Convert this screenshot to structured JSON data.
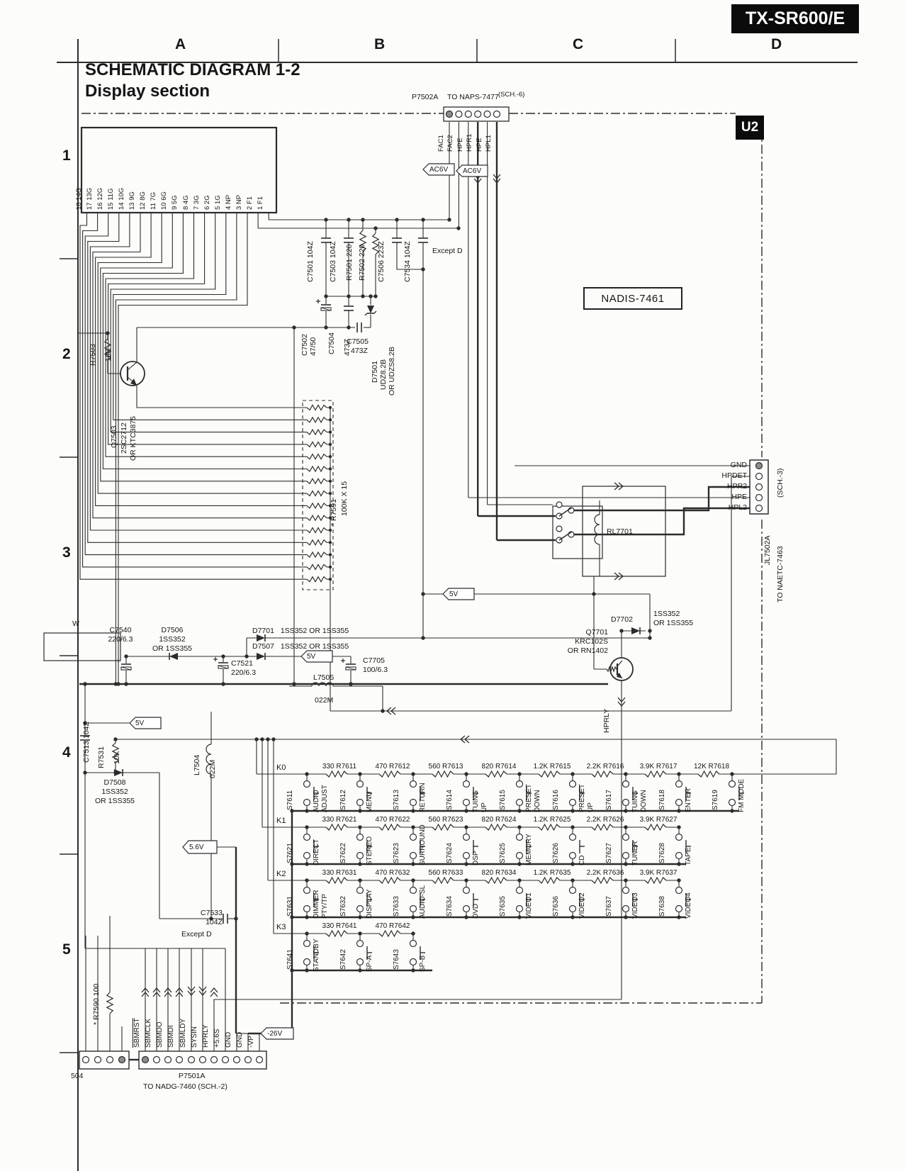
{
  "model": "TX-SR600/E",
  "module_badge": "U2",
  "title": {
    "line1": "SCHEMATIC DIAGRAM 1-2",
    "line2": "Display section"
  },
  "grid": {
    "columns": [
      "A",
      "B",
      "C",
      "D"
    ],
    "rows": [
      "1",
      "2",
      "3",
      "4",
      "5"
    ]
  },
  "board_label": "NADIS-7461",
  "misc": {
    "except_d": "Except D",
    "w": "W"
  },
  "power_flags": {
    "ac6v": "AC6V",
    "v5": "5V",
    "v5_6": "5.6V",
    "vm26": "-26V"
  },
  "signals": {
    "hprly": "HPRLY"
  },
  "connectors": {
    "p7502a": {
      "ref": "P7502A",
      "dest": "TO NAPS-7477",
      "sch": "(SCH.-6)",
      "pins": [
        "FAC1",
        "FAC2",
        "HPE",
        "HPR1",
        "HPE",
        "HPL1"
      ]
    },
    "jl7502a": {
      "ref": "JL7502A",
      "dest": "TO NAETC-7463",
      "sch": "(SCH.-3)",
      "pins": [
        "GND",
        "HPDET",
        "HPR2",
        "HPE",
        "HPL2"
      ]
    },
    "p7501a": {
      "ref": "P7501A",
      "dest": "TO NADG-7460 (SCH.-2)",
      "aux_ref": "504",
      "pins": [
        "SBMRST",
        "SBMCLK",
        "SBMDO",
        "SBMDI",
        "SBMLDY",
        "SYSIN",
        "HPRLY",
        "+5.6S",
        "GND",
        "GND",
        "-VP"
      ]
    }
  },
  "display_unit": {
    "pins": [
      "18 14G",
      "17 13G",
      "16 12G",
      "15 11G",
      "14 10G",
      "13 9G",
      "12 8G",
      "11 7G",
      "10 6G",
      "9 5G",
      "8 4G",
      "7 3G",
      "6 2G",
      "5 1G",
      "4 NP",
      "3 NP",
      "2 F1",
      "1 F1"
    ]
  },
  "components": {
    "c7501": [
      "C7501",
      "104Z"
    ],
    "c7503": [
      "C7503",
      "104Z"
    ],
    "r7501": [
      "R7501",
      "220"
    ],
    "r7502": [
      "R7502",
      "220"
    ],
    "c7506": [
      "C7506",
      "223Z"
    ],
    "c7534": [
      "C7534",
      "104Z"
    ],
    "c7502": [
      "C7502",
      "47/50"
    ],
    "c7504": [
      "C7504",
      "473Z"
    ],
    "d7501": [
      "D7501",
      "UDZ8.2B",
      "OR UDZS8.2B"
    ],
    "c7505": [
      "C7505",
      "473Z"
    ],
    "r7503": [
      "R7503",
      "10K"
    ],
    "q7503": [
      "Q7503",
      "2SC2712",
      "OR KTC3875"
    ],
    "r7591": [
      "* R7591",
      "100K X 15"
    ],
    "rl7701": [
      "RL7701"
    ],
    "d7506": [
      "D7506",
      "1SS352",
      "OR 1SS355"
    ],
    "d7701": [
      "D7701",
      "1SS352 OR 1SS355"
    ],
    "d7507": [
      "D7507",
      "1SS352 OR 1SS355"
    ],
    "d7702": [
      "D7702",
      "1SS352",
      "OR 1SS355"
    ],
    "c7540": [
      "C7540",
      "220/6.3"
    ],
    "c7521": [
      "C7521",
      "220/6.3"
    ],
    "c7705": [
      "C7705",
      "100/6.3"
    ],
    "l7505": [
      "L7505",
      "022M"
    ],
    "l7504": [
      "L7504",
      "022M"
    ],
    "c7513": [
      "C7513",
      "104Z"
    ],
    "r7531": [
      "R7531",
      "10K"
    ],
    "d7508": [
      "D7508",
      "1SS352",
      "OR 1SS355"
    ],
    "q7701": [
      "Q7701",
      "KRC102S",
      "OR RN1402"
    ],
    "c7533": [
      "C7533",
      "104Z"
    ],
    "r7590": [
      "* R7590",
      "100"
    ]
  },
  "key_matrix": {
    "rows": [
      {
        "key": "K0",
        "resistors": [
          [
            "330",
            "R7611"
          ],
          [
            "470",
            "R7612"
          ],
          [
            "560",
            "R7613"
          ],
          [
            "820",
            "R7614"
          ],
          [
            "1.2K",
            "R7615"
          ],
          [
            "2.2K",
            "R7616"
          ],
          [
            "3.9K",
            "R7617"
          ],
          [
            "12K",
            "R7618"
          ]
        ],
        "switches": [
          [
            "S7611",
            "AUDIO",
            "ADJUST"
          ],
          [
            "S7612",
            "MENU",
            ""
          ],
          [
            "S7613",
            "RETURN",
            ""
          ],
          [
            "S7614",
            "TUING",
            "UP"
          ],
          [
            "S7615",
            "PRESET",
            "DOWN"
          ],
          [
            "S7616",
            "PRESET",
            "UP"
          ],
          [
            "S7617",
            "TUING",
            "DOWN"
          ],
          [
            "S7618",
            "ENTER",
            ""
          ],
          [
            "S7619",
            "FM MODE",
            ""
          ]
        ]
      },
      {
        "key": "K1",
        "resistors": [
          [
            "330",
            "R7621"
          ],
          [
            "470",
            "R7622"
          ],
          [
            "560",
            "R7623"
          ],
          [
            "820",
            "R7624"
          ],
          [
            "1.2K",
            "R7625"
          ],
          [
            "2.2K",
            "R7626"
          ],
          [
            "3.9K",
            "R7627"
          ]
        ],
        "switches": [
          [
            "S7621",
            "DIRECT",
            ""
          ],
          [
            "S7622",
            "STEREO",
            ""
          ],
          [
            "S7623",
            "SURROUND",
            ""
          ],
          [
            "S7624",
            "DSP",
            ""
          ],
          [
            "S7625",
            "MEMORY",
            ""
          ],
          [
            "S7626",
            "CD",
            ""
          ],
          [
            "S7627",
            "TUNER",
            ""
          ],
          [
            "S7628",
            "TAPE",
            ""
          ]
        ]
      },
      {
        "key": "K2",
        "resistors": [
          [
            "330",
            "R7631"
          ],
          [
            "470",
            "R7632"
          ],
          [
            "560",
            "R7633"
          ],
          [
            "820",
            "R7634"
          ],
          [
            "1.2K",
            "R7635"
          ],
          [
            "2.2K",
            "R7636"
          ],
          [
            "3.9K",
            "R7637"
          ]
        ],
        "switches": [
          [
            "S7631",
            "DIMMER",
            "PTY/TP"
          ],
          [
            "S7632",
            "DISPLAY",
            ""
          ],
          [
            "S7633",
            "AUDIO-SL",
            ""
          ],
          [
            "S7634",
            "DVD",
            ""
          ],
          [
            "S7635",
            "VIDEO1",
            ""
          ],
          [
            "S7636",
            "VIDEO2",
            ""
          ],
          [
            "S7637",
            "VIDEO3",
            ""
          ],
          [
            "S7638",
            "VIDEO4",
            ""
          ]
        ]
      },
      {
        "key": "K3",
        "resistors": [
          [
            "330",
            "R7641"
          ],
          [
            "470",
            "R7642"
          ]
        ],
        "switches": [
          [
            "S7641",
            "STANDBY",
            ""
          ],
          [
            "S7642",
            "SP-A",
            ""
          ],
          [
            "S7643",
            "SP-B",
            ""
          ]
        ]
      }
    ]
  },
  "colors": {
    "line": "#2c2c2c",
    "text": "#161616",
    "pin_fill": "#8c8c8c",
    "paper": "#fcfcfa"
  }
}
